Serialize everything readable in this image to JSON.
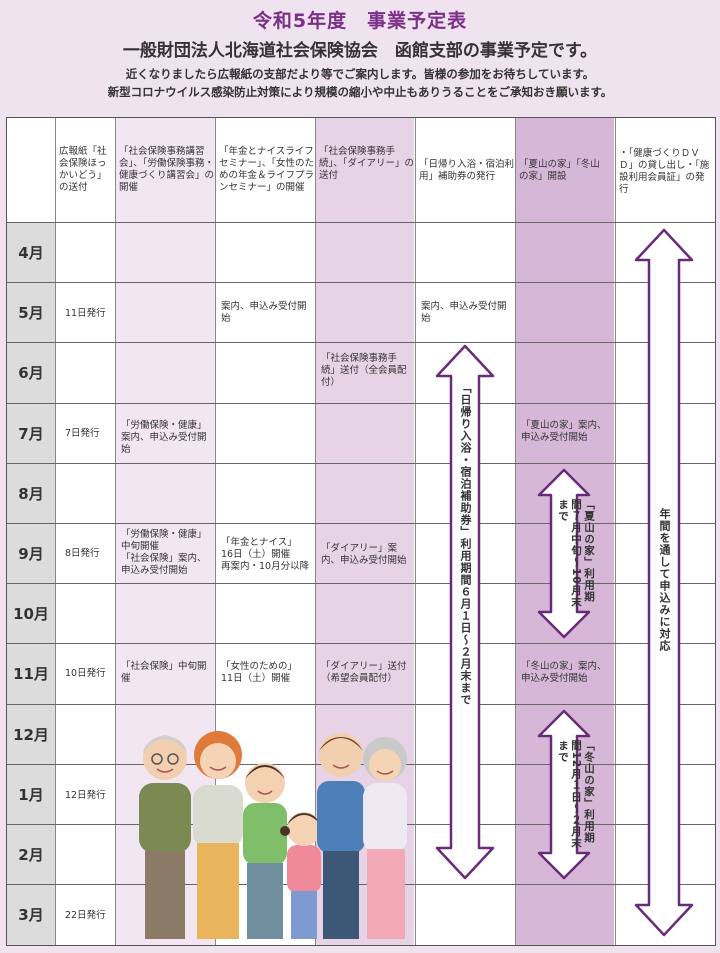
{
  "header": {
    "title": "令和5年度　事業予定表",
    "subtitle": "一般財団法人北海道社会保険協会　函館支部の事業予定です。",
    "note1": "近くなりましたら広報紙の支部だより等でご案内します。皆様の参加をお待ちしています。",
    "note2": "新型コロナウイルス感染防止対策により規模の縮小や中止もありうることをご承知おき願います。"
  },
  "columns": [
    "広報紙「社会保険ほっかいどう」の送付",
    "「社会保険事務講習会」、「労働保険事務・健康づくり講習会」の開催",
    "「年金とナイスライフセミナー」、「女性のための年金＆ライフプランセミナー」の開催",
    "「社会保険事務手続」、「ダイアリー」の送付",
    "「日帰り入浴・宿泊利用」補助券の発行",
    "「夏山の家」「冬山の家」開設",
    "・「健康づくりＤＶＤ」の貸し出し・「施設利用会員証」の発行"
  ],
  "months": [
    "4月",
    "5月",
    "6月",
    "7月",
    "8月",
    "9月",
    "10月",
    "11月",
    "12月",
    "1月",
    "2月",
    "3月"
  ],
  "cells": {
    "may_c1": "11日発行",
    "may_c3": "案内、申込み受付開始",
    "may_c5": "案内、申込み受付開始",
    "jun_c4": "「社会保険事務手続」送付（全会員配付）",
    "jul_c1": "7日発行",
    "jul_c2": "「労働保険・健康」案内、申込み受付開始",
    "jul_c6": "「夏山の家」案内、申込み受付開始",
    "sep_c1": "8日発行",
    "sep_c2a": "「労働保険・健康」中旬開催",
    "sep_c2b": "「社会保険」案内、申込み受付開始",
    "sep_c3a": "「年金とナイス」",
    "sep_c3b": "16日（土）開催",
    "sep_c3c": "再案内・10月分以降",
    "sep_c4": "「ダイアリー」案内、申込み受付開始",
    "nov_c1": "10日発行",
    "nov_c2": "「社会保険」中旬開催",
    "nov_c3a": "「女性のための」",
    "nov_c3b": "11日（土）開催",
    "nov_c4a": "「ダイアリー」送付",
    "nov_c4b": "（希望会員配付）",
    "nov_c6": "「冬山の家」案内、申込み受付開始",
    "jan_c1": "12日発行",
    "mar_c1": "22日発行"
  },
  "arrows": {
    "bath": "「日帰り入浴・宿泊補助券」利用期間６月１日〜２月末まで",
    "summer": "「夏山の家」利用期間７月中旬〜10月末まで",
    "winter": "「冬山の家」利用期間12月１日〜２月末まで",
    "yearround": "年間を通して申込みに対応"
  },
  "colors": {
    "accent": "#7b2f86",
    "arrow_stroke": "#6a2a7a",
    "light_purple": "#f3e6f3",
    "mid_purple": "#e6d3e6",
    "dark_purple": "#d6b7d7"
  }
}
